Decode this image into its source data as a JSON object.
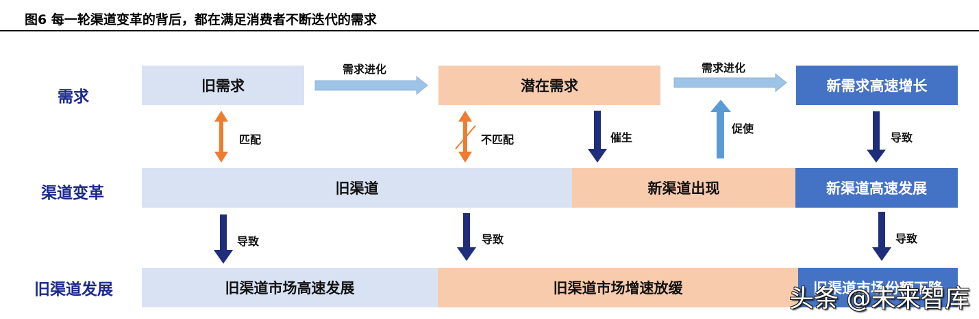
{
  "title": "图6  每一轮渠道变革的背后，都在满足消费者不断迭代的需求",
  "rows": {
    "demand": "需求",
    "channel_change": "渠道变革",
    "old_channel_growth": "旧渠道发展"
  },
  "boxes": {
    "old_demand": "旧需求",
    "latent_demand": "潜在需求",
    "new_demand_fast": "新需求高速增长",
    "old_channel": "旧渠道",
    "new_channel_emerge": "新渠道出现",
    "new_channel_fast": "新渠道高速发展",
    "old_channel_market_fast": "旧渠道市场高速发展",
    "old_channel_market_slow": "旧渠道市场增速放缓",
    "old_channel_market_last": "旧渠道市场份额下降"
  },
  "labels": {
    "evolve1": "需求进化",
    "evolve2": "需求进化",
    "match": "匹配",
    "mismatch": "不匹配",
    "spawn": "催生",
    "promote": "促使",
    "lead1": "导致",
    "lead2": "导致",
    "lead3": "导致",
    "lead4": "导致"
  },
  "watermark": "头条 @未来智库",
  "colors": {
    "light_box": "#d9e2f3",
    "peach_box": "#f8cbad",
    "blue_box": "#4472c4",
    "row_label": "#1a2a8c",
    "orange_arrow": "#ed7d31",
    "navy_arrow": "#1f2d7a",
    "light_arrow": "#9dc3e6",
    "light_blue_arrow": "#5b9bd5"
  }
}
